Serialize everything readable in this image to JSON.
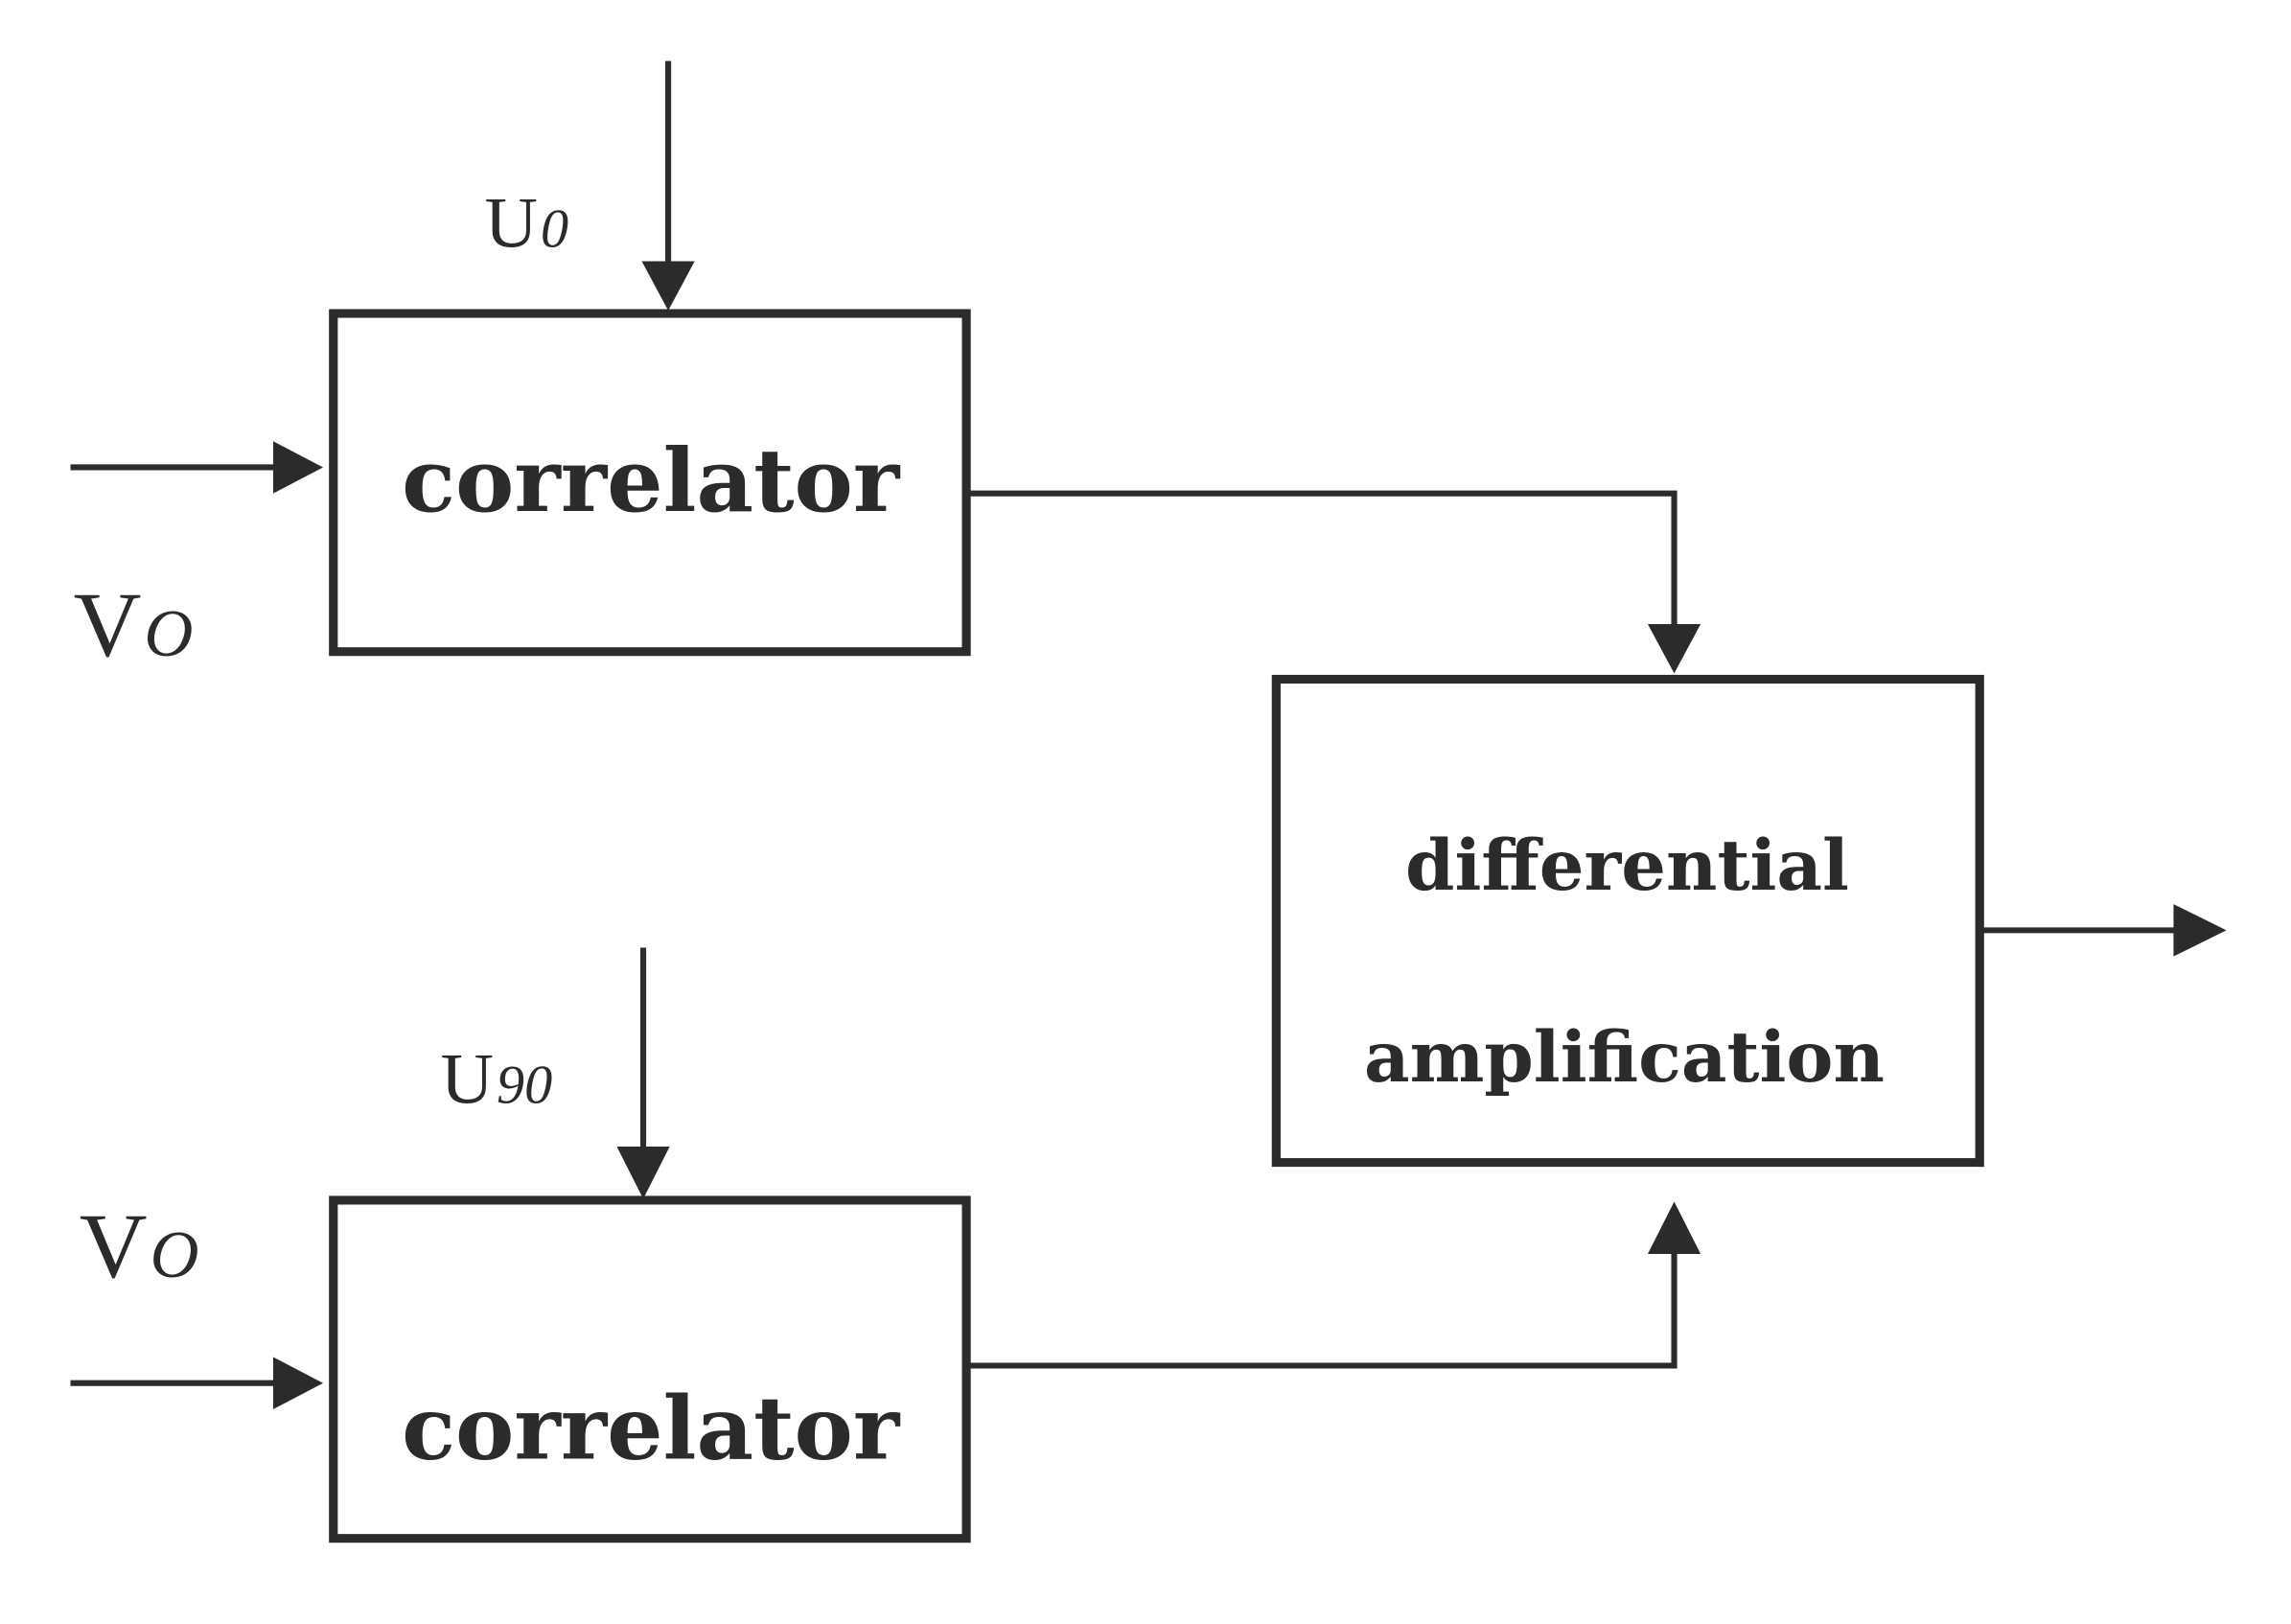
{
  "blocks": {
    "correlator_top": "correlator",
    "correlator_bottom": "correlator",
    "diff_line1": "differential",
    "diff_line2": "amplification"
  },
  "signals": {
    "u0_main": "U",
    "u0_sub": "0",
    "u90_main": "U",
    "u90_sub": "90",
    "vo_top_main": "V",
    "vo_top_sub": "O",
    "vo_bottom_main": "V",
    "vo_bottom_sub": "O"
  },
  "colors": {
    "line": "#2b2b2b",
    "background": "#ffffff"
  }
}
